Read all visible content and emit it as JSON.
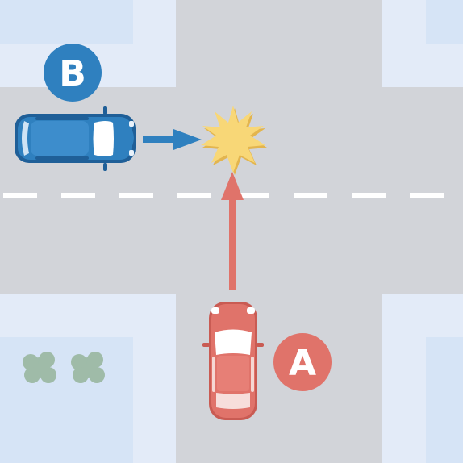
{
  "diagram": {
    "vehicles": [
      {
        "id": "B",
        "label": "B",
        "color": "#2f80bf",
        "direction": "eastbound"
      },
      {
        "id": "A",
        "label": "A",
        "color": "#e0736a",
        "direction": "northbound"
      }
    ],
    "collision_icon": "collision-burst-icon",
    "trees": 2,
    "colors": {
      "road": "#d2d4d9",
      "block": "#e3ebf8",
      "block_inner": "#d6e4f6",
      "lane_marking": "#ffffff",
      "collision": "#f8d777",
      "tree": "#9fbba8"
    }
  }
}
